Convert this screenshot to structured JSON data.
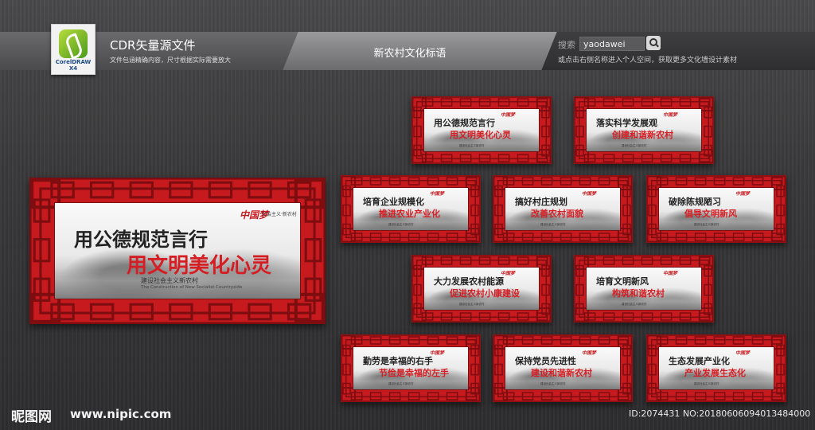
{
  "header": {
    "logo_text": "CorelDRAW X4",
    "title": "CDR矢量源文件",
    "subtitle": "文件包涵精确内容，尺寸根据实际需要放大",
    "ribbon_title": "新农村文化标语",
    "search": {
      "label": "搜索",
      "value": "yaodawei",
      "icon": "search-icon"
    },
    "hint": "或点击右侧名称进入个人空间，获取更多文化墙设计素材"
  },
  "brand": "中国梦",
  "large_sign": {
    "line1": "用公德规范言行",
    "line2": "用文明美化心灵",
    "footer_cn": "建设社会主义新农村",
    "footer_en": "The Construction of New Socialist Countryside",
    "badge": "社会主义·新农村"
  },
  "small_signs": [
    {
      "line1": "用公德规范言行",
      "line2": "用文明美化心灵"
    },
    {
      "line1": "落实科学发展观",
      "line2": "创建和谐新农村"
    },
    {
      "line1": "培育企业规模化",
      "line2": "推进农业产业化"
    },
    {
      "line1": "搞好村庄规划",
      "line2": "改善农村面貌"
    },
    {
      "line1": "破除陈规陋习",
      "line2": "倡导文明新风"
    },
    {
      "line1": "大力发展农村能源",
      "line2": "促进农村小康建设"
    },
    {
      "line1": "培育文明新风",
      "line2": "构筑和谐农村"
    },
    {
      "line1": "勤劳是幸福的右手",
      "line2": "节俭是幸福的左手"
    },
    {
      "line1": "保持党员先进性",
      "line2": "建设和谐新农村"
    },
    {
      "line1": "生态发展产业化",
      "line2": "产业发展生态化"
    }
  ],
  "small_footer": "建设社会主义新农村",
  "watermark": {
    "site": "昵图网",
    "url": "www.nipic.com"
  },
  "id_line": "ID:2074431 NO:20180606094013484000",
  "colors": {
    "frame_red": "#c71a1f",
    "text_red": "#d41e24"
  }
}
